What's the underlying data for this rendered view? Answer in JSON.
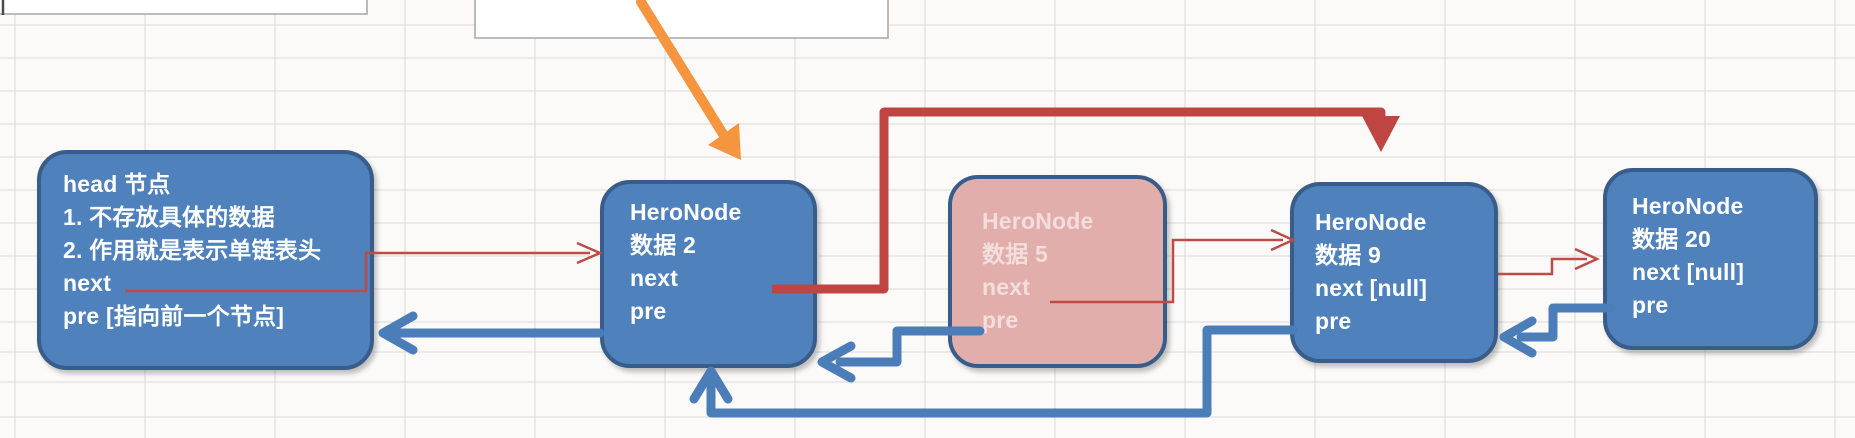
{
  "nodes": {
    "head": {
      "lines": [
        "head 节点",
        "1. 不存放具体的数据",
        "2. 作用就是表示单链表头",
        "next",
        "pre [指向前一个节点]"
      ]
    },
    "node2": {
      "lines": [
        "HeroNode",
        "数据 2",
        "next",
        "pre"
      ]
    },
    "node5": {
      "lines": [
        "HeroNode",
        "数据 5",
        "next",
        "pre"
      ]
    },
    "node9": {
      "lines": [
        "HeroNode",
        "数据 9",
        "next [null]",
        "pre"
      ]
    },
    "node20": {
      "lines": [
        "HeroNode",
        "数据 20",
        "next [null]",
        "pre"
      ]
    }
  },
  "colors": {
    "bg": "#fbfaf8",
    "grid": "#d9d9d9",
    "node_fill": "#4f81bd",
    "node_border": "#385d8a",
    "node_pink": "#e2aeac",
    "pink_text": "#f3dedd",
    "red_thin": "#be4b48",
    "red_thick": "#bf4542",
    "arrow_blue": "#4b7db8",
    "orange": "#f5953f"
  }
}
